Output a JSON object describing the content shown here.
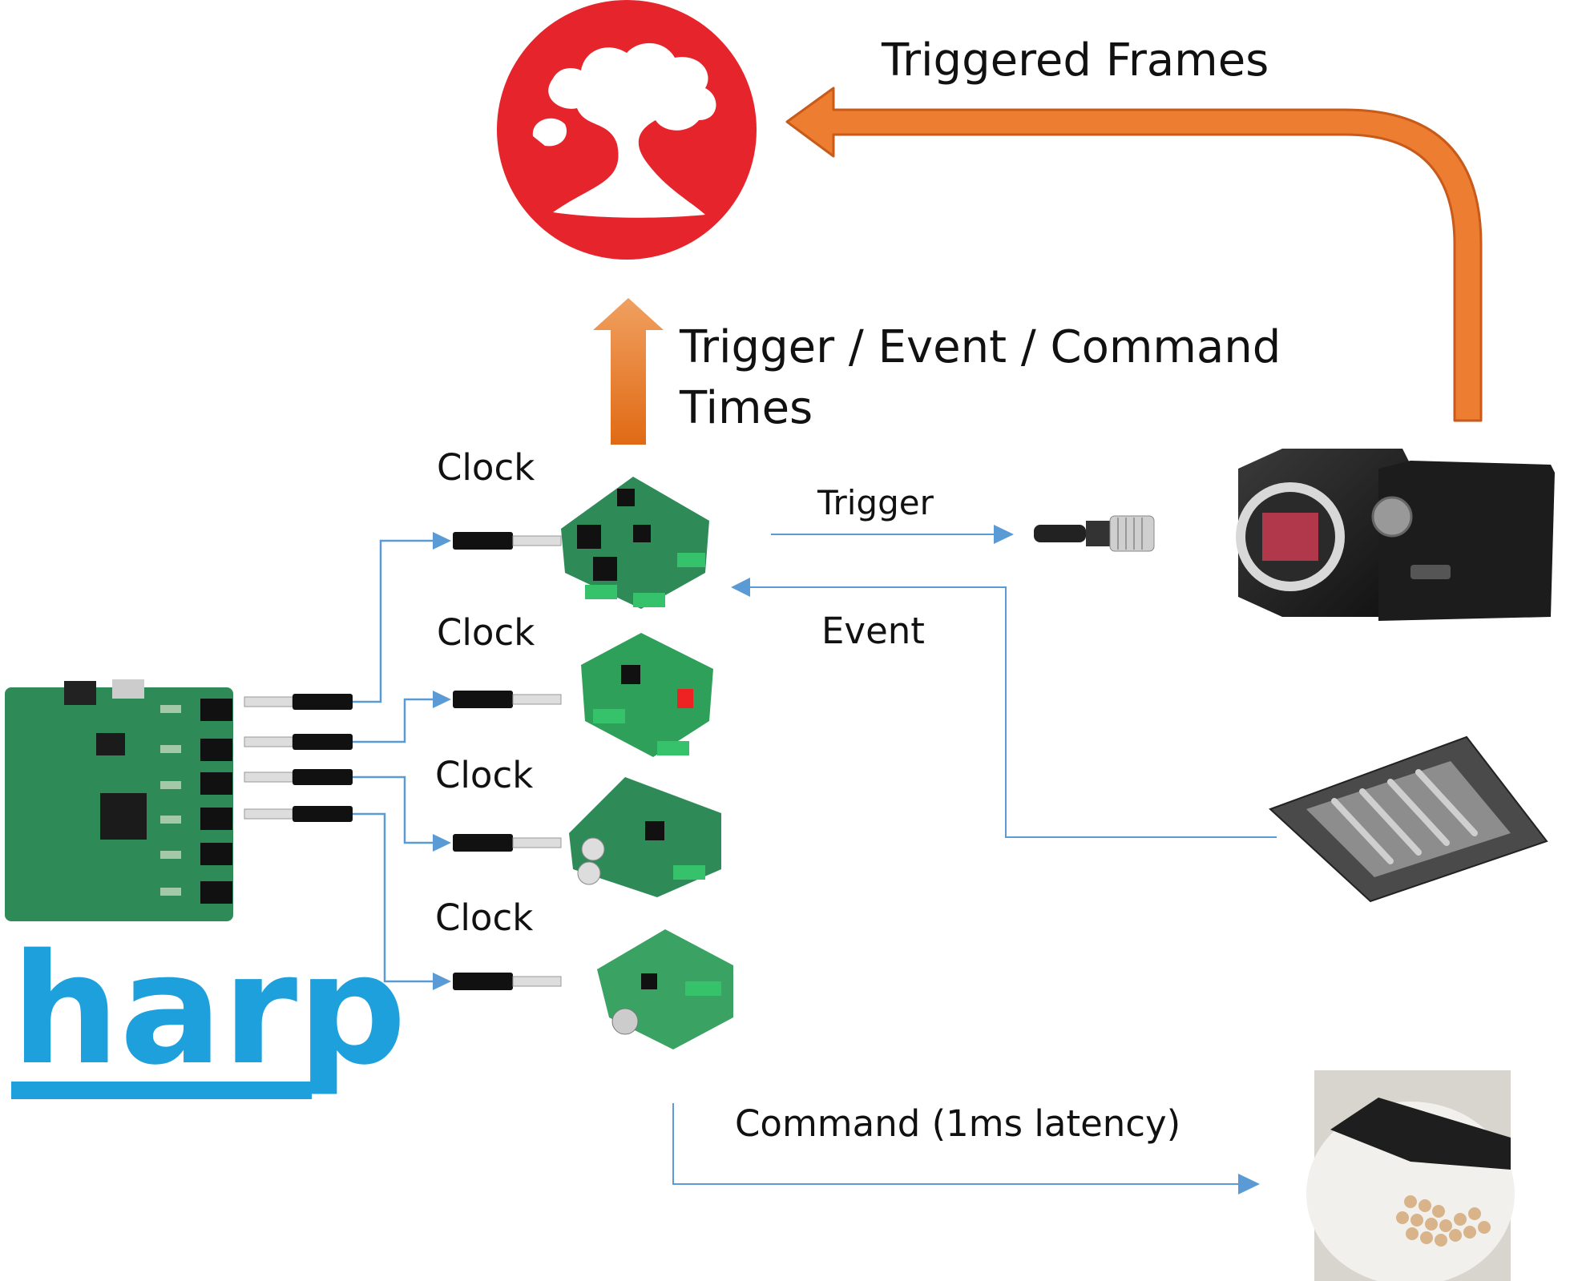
{
  "labels": {
    "triggered_frames": "Triggered Frames",
    "times_line1": "Trigger / Event / Command",
    "times_line2": "Times",
    "clock_1": "Clock",
    "clock_2": "Clock",
    "clock_3": "Clock",
    "clock_4": "Clock",
    "trigger": "Trigger",
    "event": "Event",
    "command": "Command (1ms latency)"
  },
  "logo_text": "harp",
  "colors": {
    "arrow_orange": "#ed7d31",
    "arrow_orange_dark": "#c85a1a",
    "connector_blue": "#5b9bd5",
    "bonsai_red": "#e5242b",
    "harp_blue": "#1ea0dc",
    "pcb_green": "#2e8b57"
  },
  "icons": [
    "bonsai-logo",
    "harp-logo",
    "camera",
    "feeder",
    "pellet-dispenser",
    "audio-jack",
    "circular-connector"
  ]
}
